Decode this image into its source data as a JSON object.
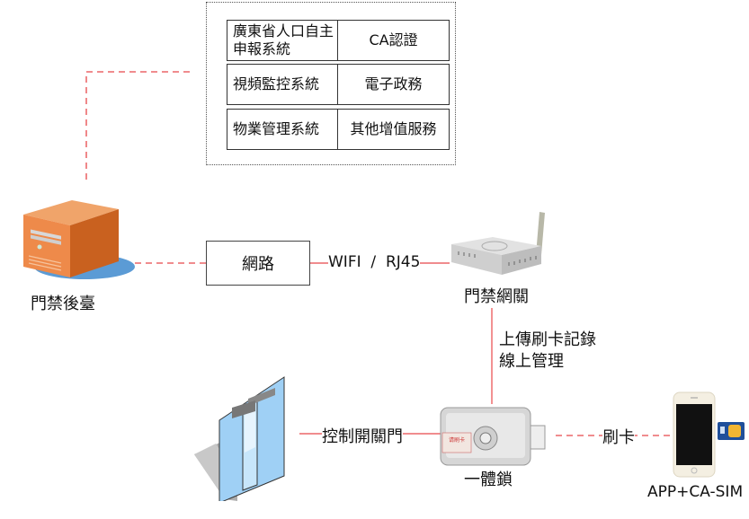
{
  "diagram": {
    "title": "門禁系統架構",
    "services": [
      {
        "left": "廣東省人口自主申報系統",
        "right": "CA認證"
      },
      {
        "left": "視頻監控系統",
        "right": "電子政務"
      },
      {
        "left": "物業管理系統",
        "right": "其他增值服務"
      }
    ],
    "nodes": {
      "server": {
        "label": "門禁後臺",
        "icon": "server-icon"
      },
      "network": {
        "label": "網路"
      },
      "gateway": {
        "label": "門禁網關",
        "icon": "router-icon"
      },
      "lock": {
        "label": "一體鎖",
        "icon": "door-lock-icon",
        "badge": "刷卡"
      },
      "door": {
        "icon": "glass-door-icon"
      },
      "phone": {
        "label": "APP+CA-SIM",
        "icon": "smartphone-icon"
      },
      "sim": {
        "icon": "sim-card-icon"
      }
    },
    "edges": {
      "network_gateway": "WIFI  /  RJ45",
      "gateway_lock_line1": "上傳刷卡記錄",
      "gateway_lock_line2": "線上管理",
      "door_lock": "控制開關門",
      "lock_phone": "刷卡"
    },
    "colors": {
      "line_red": "#e8474a",
      "server_orange": "#e27a35",
      "server_base": "#5b9bd5",
      "door_glass": "#9fd0f5"
    }
  }
}
